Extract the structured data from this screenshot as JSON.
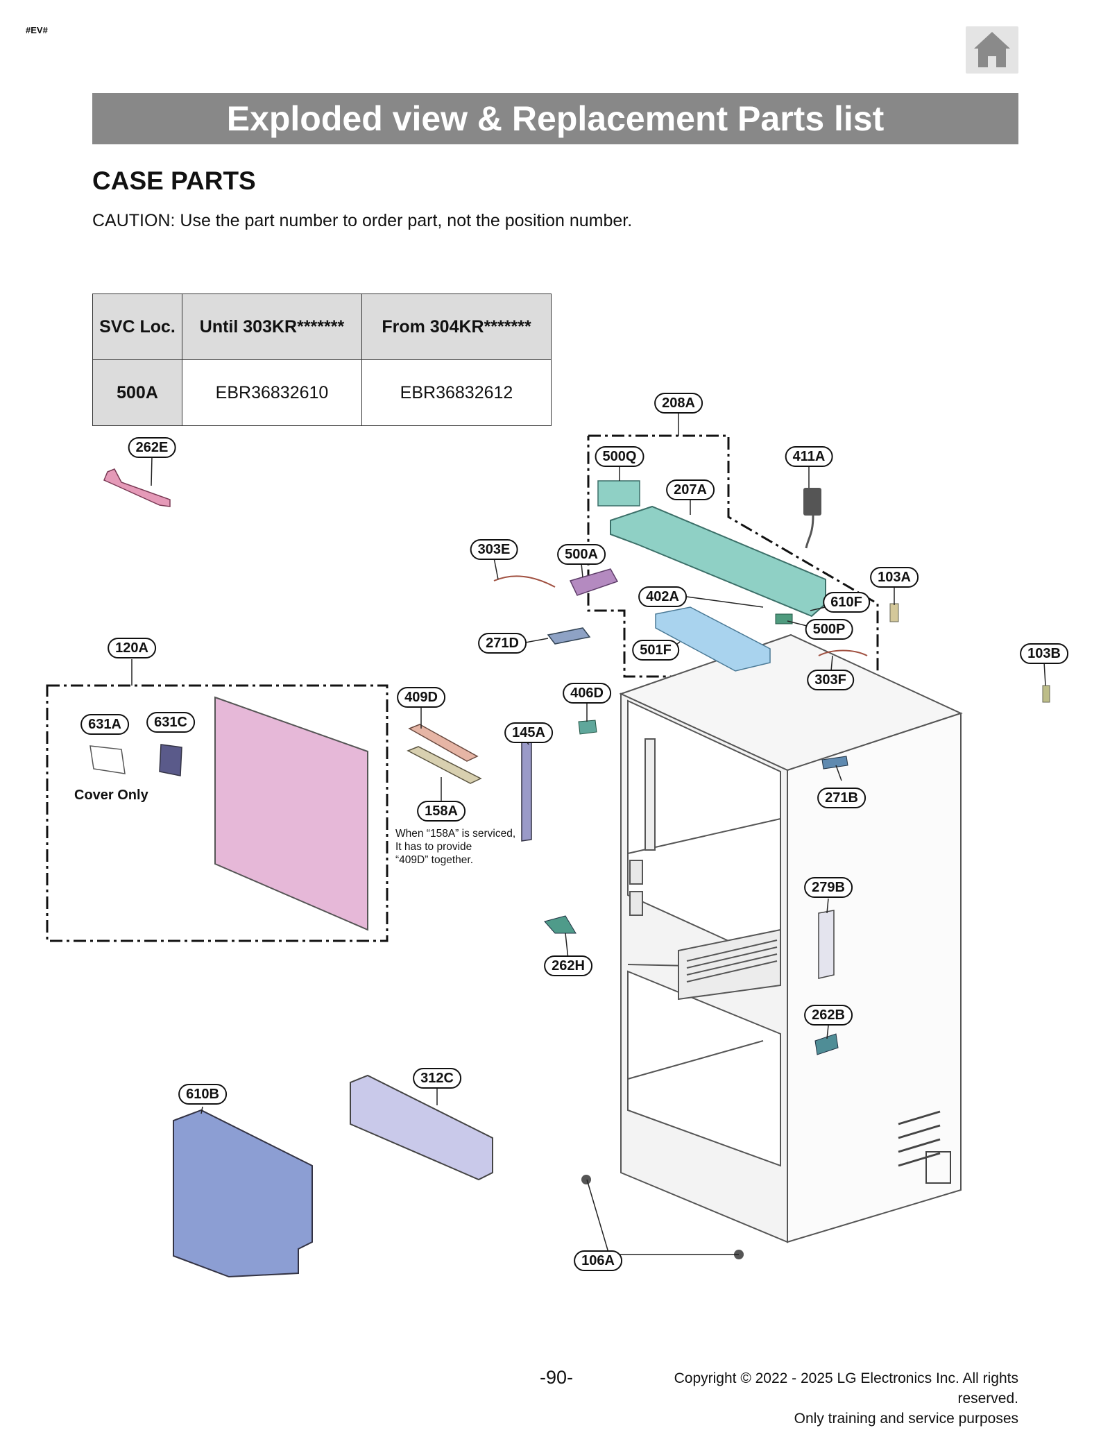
{
  "page": {
    "tag": "#EV#",
    "title": "Exploded view & Replacement Parts list",
    "section_title": "CASE PARTS",
    "caution": "CAUTION: Use the part number to order part, not the position number.",
    "page_number": "-90-",
    "copyright": "Copyright © 2022 - 2025 LG Electronics Inc. All rights reserved.",
    "copyright_sub": "Only training and service purposes"
  },
  "home_icon": "home-icon",
  "svc_table": {
    "headers": [
      "SVC Loc.",
      "Until 303KR*******",
      "From 304KR*******"
    ],
    "rows": [
      [
        "500A",
        "EBR36832610",
        "EBR36832612"
      ]
    ]
  },
  "callouts": {
    "c208A": "208A",
    "c500Q": "500Q",
    "c411A": "411A",
    "c207A": "207A",
    "c262E": "262E",
    "c303E": "303E",
    "c500A": "500A",
    "c103A": "103A",
    "c402A": "402A",
    "c610F": "610F",
    "c500P": "500P",
    "c271D": "271D",
    "c501F": "501F",
    "c120A": "120A",
    "c103B": "103B",
    "c303F": "303F",
    "c406D": "406D",
    "c409D": "409D",
    "c631A": "631A",
    "c631C": "631C",
    "c145A": "145A",
    "c271B": "271B",
    "c158A": "158A",
    "c279B": "279B",
    "c262H": "262H",
    "c262B": "262B",
    "c312C": "312C",
    "c610B": "610B",
    "c106A": "106A"
  },
  "notes": {
    "cover_only": "Cover Only",
    "service_note": [
      "When “158A” is serviced,",
      "It has to provide",
      "“409D” together."
    ]
  },
  "colors": {
    "title_bar": "#888888",
    "table_header": "#dcdcdc",
    "teal_parts": "#8fd0c5",
    "pink_parts": "#e6b8d8",
    "blue_parts": "#8c9ed3",
    "lavender_parts": "#c9c9ea",
    "light_blue_parts": "#a9d3ee"
  }
}
